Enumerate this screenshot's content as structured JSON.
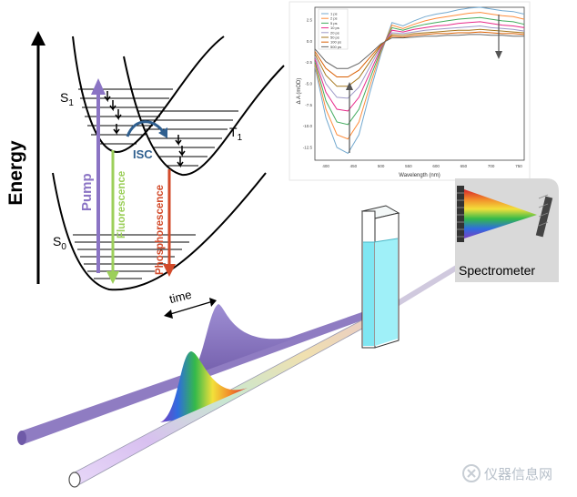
{
  "energy_diagram": {
    "axis_label": "Energy",
    "s1_label": "S",
    "s1_sub": "1",
    "t1_label": "T",
    "t1_sub": "1",
    "s0_label": "S",
    "s0_sub": "0",
    "isc_label": "ISC",
    "pump_label": "Pump",
    "fluorescence_label": "Fluorescence",
    "phosphorescence_label": "Phosphorescence",
    "colors": {
      "pump": "#8b74c4",
      "fluorescence": "#9ccf5a",
      "phosphorescence": "#d24a2a",
      "isc": "#2f5f8f"
    }
  },
  "inset_plot": {
    "ylabel": "Δ A (mOD)",
    "xlabel": "Wavelength (nm)",
    "x_ticks": [
      "400",
      "450",
      "500",
      "550",
      "600",
      "650",
      "700",
      "750"
    ],
    "y_ticks": [
      "2.5",
      "0.0",
      "-2.5",
      "-5.0",
      "-7.5",
      "-10.0",
      "-12.5"
    ],
    "legend": [
      "1 ps",
      "2 ps",
      "5 ps",
      "10 ps",
      "20 ps",
      "50 ps",
      "100 ps",
      "500 ps"
    ]
  },
  "chart_data": {
    "type": "line",
    "xlabel": "Wavelength (nm)",
    "ylabel": "Δ A (mOD)",
    "xlim": [
      380,
      760
    ],
    "ylim": [
      -14,
      4
    ],
    "x": [
      380,
      400,
      420,
      440,
      460,
      480,
      500,
      520,
      540,
      560,
      580,
      600,
      620,
      640,
      660,
      680,
      700,
      720,
      740,
      760
    ],
    "series": [
      {
        "name": "1 ps",
        "color": "#74a9cf",
        "values": [
          -3,
          -9,
          -12.5,
          -13.2,
          -11,
          -6,
          -1.5,
          2.2,
          1.8,
          2.4,
          2.9,
          3.2,
          3.4,
          3.7,
          3.9,
          4.0,
          3.8,
          3.6,
          3.5,
          3.2
        ]
      },
      {
        "name": "2 ps",
        "color": "#fd8d3c",
        "values": [
          -2.7,
          -8,
          -11,
          -11.5,
          -9.5,
          -5.2,
          -1.2,
          1.9,
          1.5,
          2.0,
          2.4,
          2.7,
          2.9,
          3.1,
          3.3,
          3.4,
          3.2,
          3.0,
          2.9,
          2.6
        ]
      },
      {
        "name": "5 ps",
        "color": "#41ab5d",
        "values": [
          -2.4,
          -7,
          -9.5,
          -9.8,
          -8,
          -4.4,
          -1.0,
          1.6,
          1.3,
          1.7,
          2.0,
          2.2,
          2.4,
          2.6,
          2.7,
          2.8,
          2.6,
          2.4,
          2.3,
          2.0
        ]
      },
      {
        "name": "10 ps",
        "color": "#e7298a",
        "values": [
          -2.1,
          -6,
          -8,
          -8.2,
          -6.6,
          -3.7,
          -0.8,
          1.3,
          1.1,
          1.4,
          1.6,
          1.8,
          1.9,
          2.1,
          2.2,
          2.3,
          2.1,
          1.9,
          1.8,
          1.6
        ]
      },
      {
        "name": "20 ps",
        "color": "#9e9ac8",
        "values": [
          -1.8,
          -5,
          -6.6,
          -6.7,
          -5.4,
          -3.0,
          -0.6,
          1.0,
          0.9,
          1.1,
          1.3,
          1.4,
          1.5,
          1.6,
          1.7,
          1.8,
          1.6,
          1.5,
          1.4,
          1.2
        ]
      },
      {
        "name": "50 ps",
        "color": "#a6761d",
        "values": [
          -1.5,
          -4,
          -5.3,
          -5.3,
          -4.3,
          -2.4,
          -0.5,
          0.8,
          0.7,
          0.9,
          1.0,
          1.1,
          1.2,
          1.3,
          1.3,
          1.4,
          1.3,
          1.2,
          1.1,
          1.0
        ]
      },
      {
        "name": "100 ps",
        "color": "#d95f02",
        "values": [
          -1.2,
          -3.2,
          -4.2,
          -4.2,
          -3.4,
          -1.9,
          -0.4,
          0.6,
          0.5,
          0.7,
          0.8,
          0.9,
          0.9,
          1.0,
          1.0,
          1.1,
          1.0,
          0.9,
          0.9,
          0.8
        ]
      },
      {
        "name": "500 ps",
        "color": "#666666",
        "values": [
          -0.9,
          -2.4,
          -3.2,
          -3.2,
          -2.6,
          -1.5,
          -0.3,
          0.4,
          0.4,
          0.5,
          0.6,
          0.6,
          0.7,
          0.7,
          0.8,
          0.8,
          0.7,
          0.7,
          0.6,
          0.6
        ]
      }
    ]
  },
  "setup": {
    "time_label": "time",
    "spectrometer_label": "Spectrometer",
    "colors": {
      "pump_beam": "#8f7cc2",
      "cuvette_liquid": "#7fe6f2"
    }
  },
  "watermark": {
    "text": "仪器信息网"
  }
}
